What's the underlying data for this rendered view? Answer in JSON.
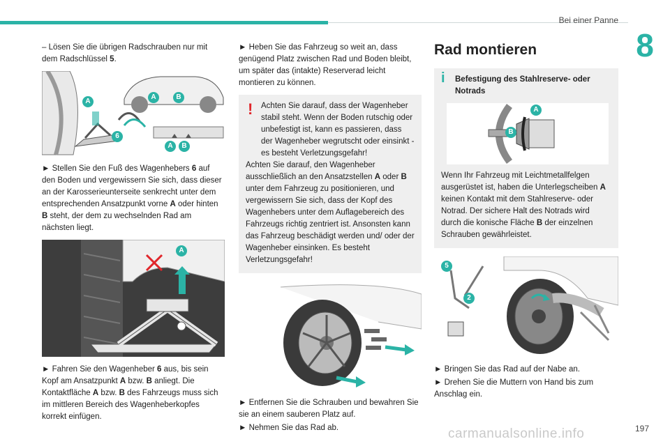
{
  "header": {
    "title": "Bei einer Panne",
    "chapter": "8"
  },
  "col1": {
    "p1_a": "– Lösen Sie die übrigen Radschrauben nur mit dem Radschlüssel ",
    "p1_b": "5",
    "p1_c": ".",
    "fig1_labels": [
      "A",
      "B",
      "A",
      "6",
      "A",
      "B"
    ],
    "p2": [
      "► Stellen Sie den Fuß des Wagenhebers ",
      "6",
      " auf den Boden und vergewissern Sie sich, dass dieser an der Karosserieunterseite senkrecht unter dem entsprechenden Ansatzpunkt vorne ",
      "A",
      " oder hinten ",
      "B",
      " steht, der dem zu wechselnden Rad am nächsten liegt."
    ],
    "fig2_labels": [
      "A"
    ],
    "p3": [
      "► Fahren Sie den Wagenheber ",
      "6",
      " aus, bis sein Kopf am Ansatzpunkt ",
      "A",
      " bzw. ",
      "B",
      " anliegt. Die Kontaktfläche ",
      "A",
      " bzw. ",
      "B",
      " des Fahrzeugs muss sich im mittleren Bereich des Wagenheberkopfes korrekt einfügen."
    ]
  },
  "col2": {
    "p1": "► Heben Sie das Fahrzeug so weit an, dass genügend Platz zwischen Rad und Boden bleibt, um später das (intakte) Reserverad leicht montieren zu können.",
    "warn_mark": "!",
    "warn1": "Achten Sie darauf, dass der Wagenheber stabil steht. Wenn der Boden rutschig oder unbefestigt ist, kann es passieren, dass der Wagenheber wegrutscht oder einsinkt - es besteht Verletzungsgefahr!",
    "warn2": [
      "Achten Sie darauf, den Wagenheber ausschließlich an den Ansatzstellen ",
      "A",
      " oder ",
      "B",
      " unter dem Fahrzeug zu positionieren, und vergewissern Sie sich, dass der Kopf des Wagenhebers unter dem Auflagebereich des Fahrzeugs richtig zentriert ist. Ansonsten kann das Fahrzeug beschädigt werden und/ oder der Wagenheber einsinken. Es besteht Verletzungsgefahr!"
    ],
    "p2": "► Entfernen Sie die Schrauben und bewahren Sie sie an einem sauberen Platz auf.",
    "p3": "► Nehmen Sie das Rad ab."
  },
  "col3": {
    "title": "Rad montieren",
    "info_mark": "i",
    "info_title": "Befestigung des Stahlreserve- oder Notrads",
    "fig_labels": [
      "A",
      "B"
    ],
    "info_text": [
      "Wenn Ihr Fahrzeug mit Leichtmetallfelgen ausgerüstet ist, haben die Unterlegscheiben ",
      "A",
      " keinen Kontakt mit dem Stahlreserve- oder Notrad. Der sichere Halt des Notrads wird durch die konische Fläche ",
      "B",
      " der einzelnen Schrauben gewährleistet."
    ],
    "fig2_labels": [
      "5",
      "2"
    ],
    "p1": "► Bringen Sie das Rad auf der Nabe an.",
    "p2": "► Drehen Sie die Muttern von Hand bis zum Anschlag ein."
  },
  "footer": {
    "page": "197",
    "watermark": "carmanualsonline.info"
  },
  "colors": {
    "accent": "#2bb3a6",
    "warning": "#e0262b",
    "box": "#efefef"
  }
}
